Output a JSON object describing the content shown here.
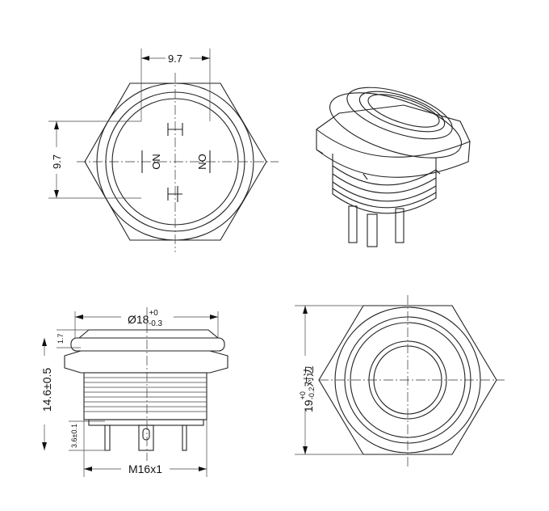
{
  "top_view": {
    "dim_width": "9.7",
    "dim_height": "9.7",
    "label_no": "NO",
    "label_on": "ON",
    "label_plus": "+",
    "label_minus": "-"
  },
  "side_view": {
    "dim_diameter": "Ø18",
    "dim_diameter_tol_upper": "+0",
    "dim_diameter_tol_lower": "-0.3",
    "dim_head": "1.7",
    "dim_height": "14.6±0.5",
    "dim_pin": "3.6±0.1",
    "dim_thread": "M16x1"
  },
  "bottom_view": {
    "dim_across_flats": "19",
    "dim_tol_upper": "+0",
    "dim_tol_lower": "-0.2",
    "dim_suffix": "对边"
  }
}
